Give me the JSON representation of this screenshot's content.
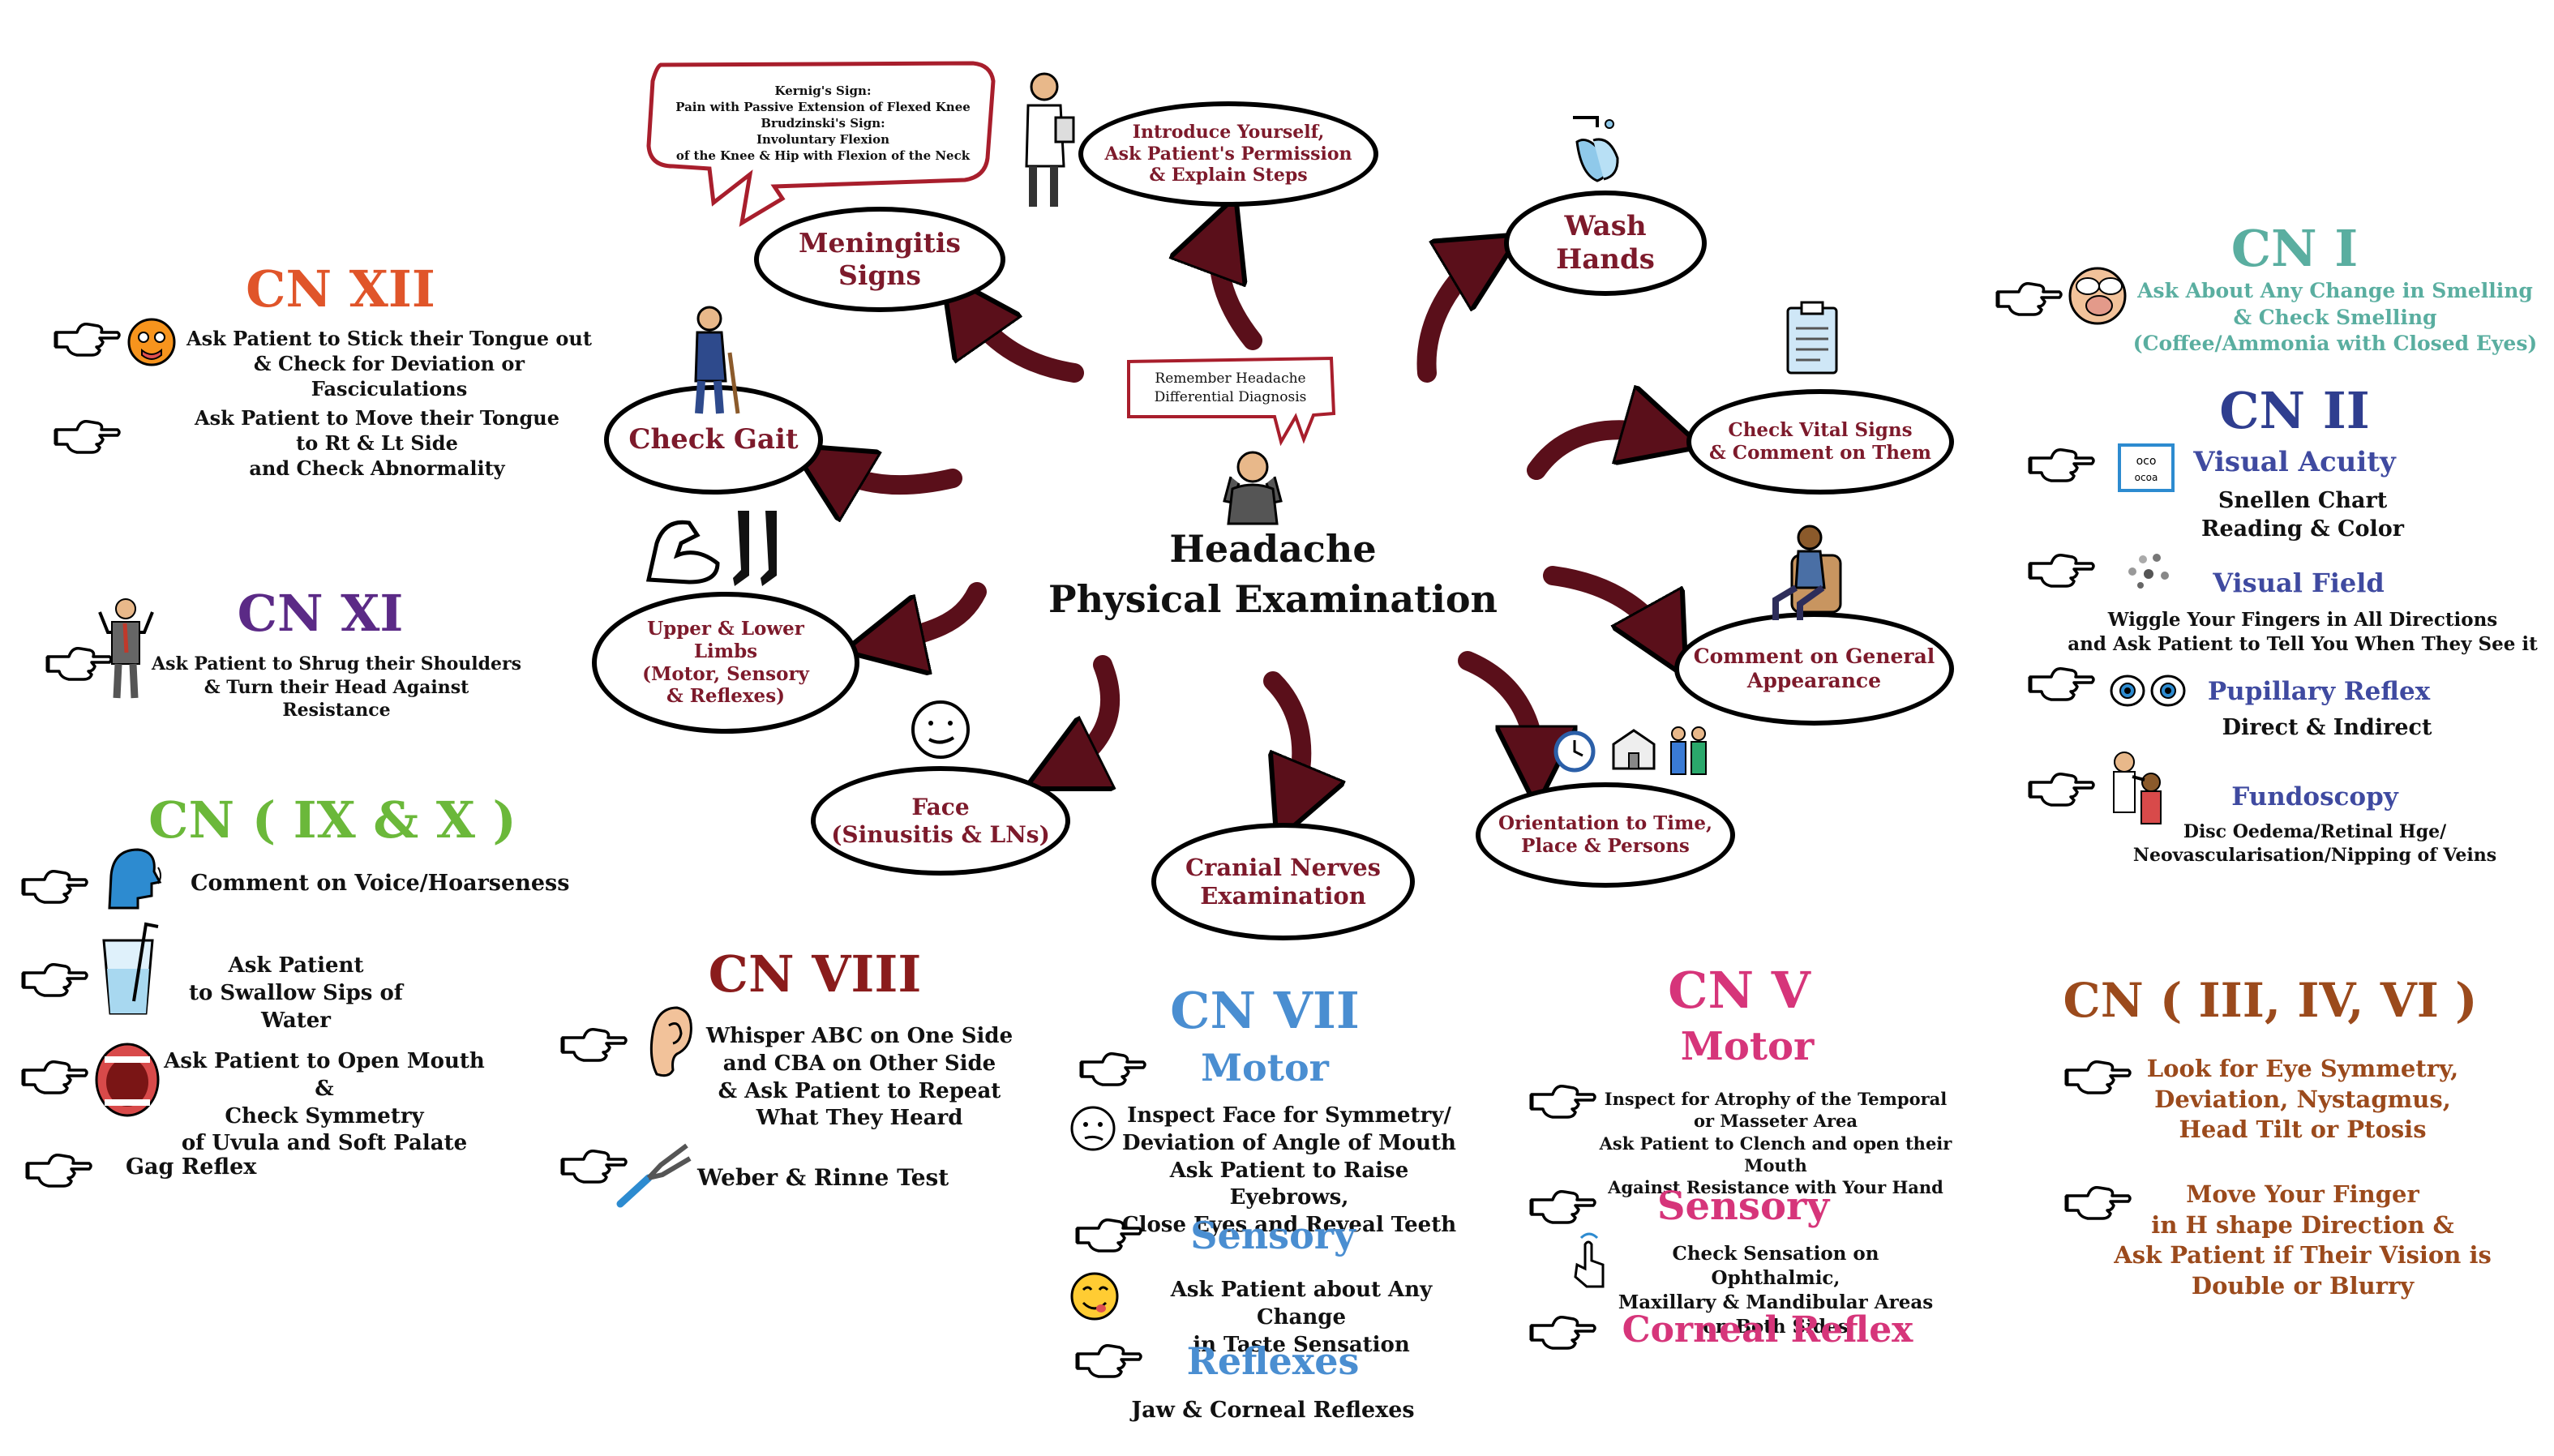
{
  "colors": {
    "node_text": "#7d1a2b",
    "arrow": "#5a0f1a",
    "cn12": "#e0552a",
    "cn11": "#5b2a86",
    "cn9_10": "#6bb83a",
    "cn8": "#8a1c1c",
    "cn7": "#4a8ed1",
    "cn5": "#d6357a",
    "cn3_4_6": "#9b4a1c",
    "cn1": "#5aaea0",
    "cn2": "#2f3e8f",
    "cn2_sub": "#3f4aa0"
  },
  "center": {
    "note": "Remember Headache\nDifferential Diagnosis",
    "title_line1": "Headache",
    "title_line2": "Physical Examination"
  },
  "nodes": {
    "introduce": [
      "Introduce Yourself,",
      "Ask Patient's Permission",
      "& Explain Steps"
    ],
    "wash": [
      "Wash",
      "Hands"
    ],
    "vitals": [
      "Check Vital Signs",
      "& Comment on Them"
    ],
    "appearance": [
      "Comment on General",
      "Appearance"
    ],
    "orientation": [
      "Orientation to Time,",
      "Place & Persons"
    ],
    "cranial": [
      "Cranial Nerves",
      "Examination"
    ],
    "face": [
      "Face",
      "(Sinusitis & LNs)"
    ],
    "limbs": [
      "Upper & Lower",
      "Limbs",
      "(Motor, Sensory",
      "& Reflexes)"
    ],
    "gait": [
      "Check Gait"
    ],
    "meningitis": [
      "Meningitis",
      "Signs"
    ]
  },
  "speech": {
    "kernig_title": "Kernig's Sign:",
    "kernig_text": "Pain with Passive Extension of Flexed Knee",
    "brudz_title": "Brudzinski's Sign:",
    "brudz_text1": "Involuntary Flexion",
    "brudz_text2": "of the Knee & Hip with Flexion of the Neck"
  },
  "cn12": {
    "title": "CN XII",
    "item1": "Ask Patient to Stick their Tongue out\n& Check for Deviation or Fasciculations",
    "item2": "Ask Patient to Move their Tongue\nto Rt & Lt Side\nand Check Abnormality"
  },
  "cn11": {
    "title": "CN XI",
    "item1": "Ask Patient to Shrug their Shoulders\n& Turn their Head Against Resistance"
  },
  "cn9_10": {
    "title": "CN ( IX & X )",
    "item1": "Comment on Voice/Hoarseness",
    "item2": "Ask Patient\nto Swallow Sips of Water",
    "item3": "Ask Patient to Open Mouth &\nCheck Symmetry\nof Uvula and Soft Palate",
    "item4": "Gag Reflex"
  },
  "cn8": {
    "title": "CN VIII",
    "item1": "Whisper ABC on One Side\nand CBA on Other Side\n& Ask Patient to Repeat\nWhat They Heard",
    "item2": "Weber & Rinne Test"
  },
  "cn7": {
    "title": "CN VII",
    "motor": "Motor",
    "motor_text": "Inspect Face for Symmetry/\nDeviation of Angle of Mouth\nAsk Patient to Raise Eyebrows,\nClose Eyes and Reveal Teeth",
    "sensory": "Sensory",
    "sensory_text": "Ask Patient about Any Change\nin Taste Sensation",
    "reflexes": "Reflexes",
    "reflexes_text": "Jaw & Corneal Reflexes"
  },
  "cn5": {
    "title": "CN V",
    "motor": "Motor",
    "motor_text": "Inspect for Atrophy of the Temporal\nor Masseter Area\nAsk Patient to Clench and open their Mouth\nAgainst Resistance with Your Hand",
    "sensory": "Sensory",
    "sensory_text": "Check Sensation on Ophthalmic,\nMaxillary & Mandibular Areas\non Both Sides",
    "corneal": "Corneal Reflex"
  },
  "cn3_4_6": {
    "title": "CN ( III, IV, VI )",
    "item1": "Look for Eye Symmetry,\nDeviation, Nystagmus,\nHead Tilt or Ptosis",
    "item2": "Move Your Finger\nin H shape Direction &\nAsk Patient if Their Vision is\nDouble or Blurry"
  },
  "cn1": {
    "title": "CN I",
    "item1": "Ask About Any Change in Smelling\n& Check Smelling\n(Coffee/Ammonia with Closed Eyes)"
  },
  "cn2": {
    "title": "CN II",
    "va": "Visual Acuity",
    "va_text": "Snellen Chart\nReading & Color",
    "vf": "Visual Field",
    "vf_text": "Wiggle Your Fingers in All Directions\nand Ask Patient to Tell You When They See it",
    "pr": "Pupillary Reflex",
    "pr_text": "Direct & Indirect",
    "fundo": "Fundoscopy",
    "fundo_text": "Disc Oedema/Retinal Hge/\nNeovascularisation/Nipping of Veins"
  }
}
